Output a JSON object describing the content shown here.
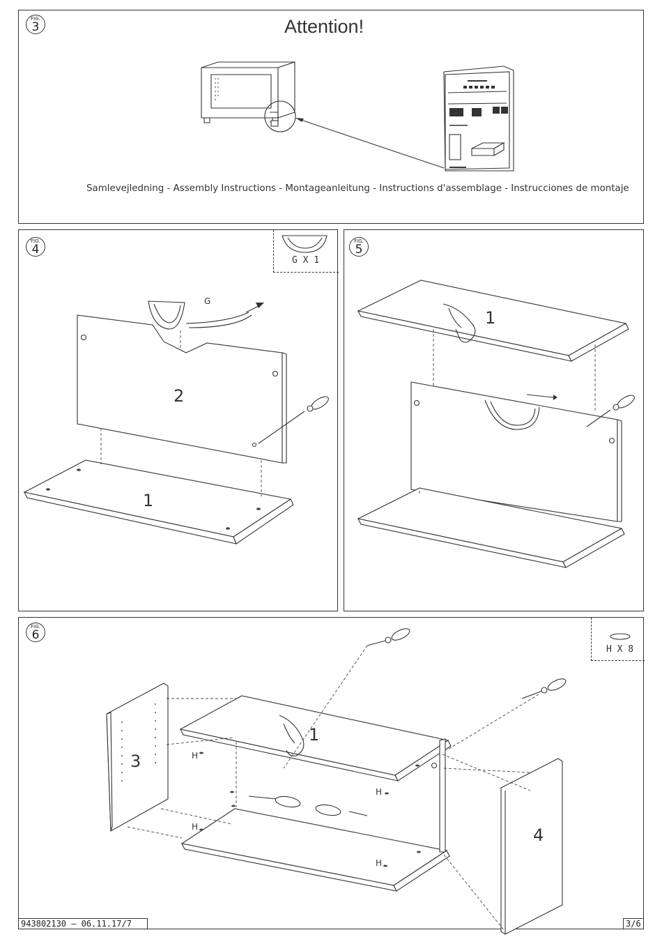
{
  "fig_label": "FIG.",
  "figures": [
    {
      "number": "3",
      "title": "Attention!",
      "languages": "Samlevejledning - Assembly Instructions - Montageanleitung - Instructions d'assemblage - Instrucciones de montaje"
    },
    {
      "number": "4",
      "part_label": "G X 1",
      "handle_tag": "G",
      "panel_numbers": [
        "2",
        "1"
      ]
    },
    {
      "number": "5",
      "panel_numbers": [
        "1"
      ]
    },
    {
      "number": "6",
      "part_label": "H X 8",
      "panel_numbers": [
        "1",
        "3",
        "4"
      ],
      "fitting_tag": "H"
    }
  ],
  "footer": {
    "document_code": "943802130 — 06.11.17/7",
    "page": "3/6"
  }
}
